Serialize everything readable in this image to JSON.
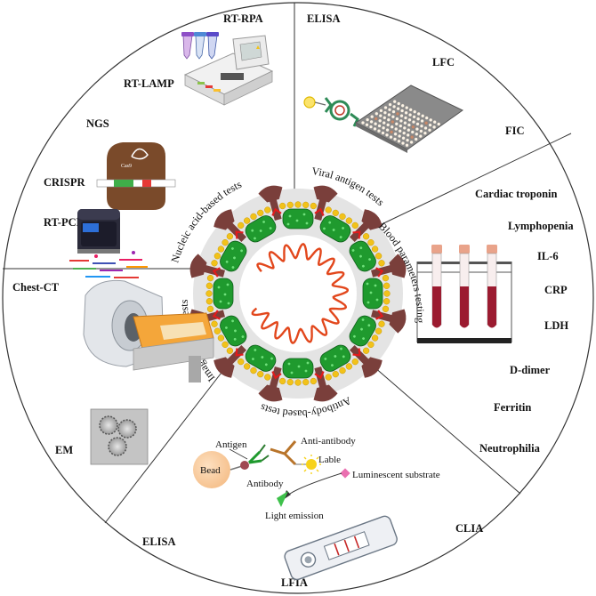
{
  "sectors": {
    "nucleic": {
      "title": "Nucleic acid-based tests",
      "items": [
        "RT-RPA",
        "RT-LAMP",
        "NGS",
        "CRISPR",
        "RT-PCR"
      ]
    },
    "antigen": {
      "title": "Viral antigen tests",
      "items": [
        "ELISA",
        "LFC",
        "FIC"
      ]
    },
    "blood": {
      "title": "Blood parameters testing",
      "items": [
        "Cardiac troponin",
        "Lymphopenia",
        "IL-6",
        "CRP",
        "LDH",
        "D-dimer",
        "Ferritin",
        "Neutrophilia"
      ]
    },
    "antibody": {
      "title": "Antibody-based tests",
      "items": [
        "ELISA",
        "CLIA",
        "LFIA"
      ],
      "diagram": {
        "antigen": "Antigen",
        "bead": "Bead",
        "antibody": "Antibody",
        "anti_antibody": "Anti-antibody",
        "label": "Lable",
        "substrate": "Luminescent substrate",
        "emission": "Light emission"
      }
    },
    "imaging": {
      "title": "Imaging-based tests",
      "items": [
        "Chest-CT",
        "EM"
      ]
    }
  },
  "colors": {
    "virus_green": "#1f9a2e",
    "spike_brown": "#7a3f3b",
    "membrane_yellow": "#f2c21a",
    "rna_red": "#e2471c",
    "tube_blood": "#9b1b30",
    "bead_orange": "#f6c28f"
  }
}
